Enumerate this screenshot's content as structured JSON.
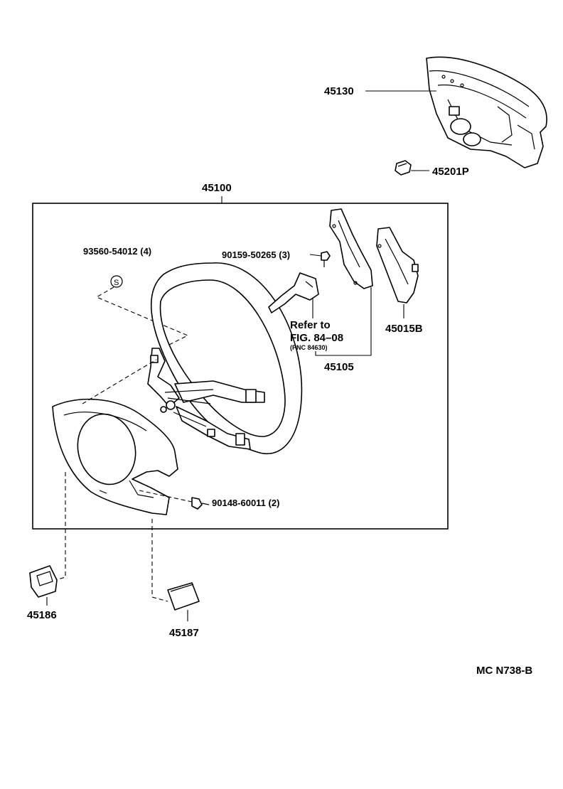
{
  "diagram": {
    "labels": {
      "p45130": "45130",
      "p45201p": "45201P",
      "p45100": "45100",
      "p93560": "93560-54012 (4)",
      "p90159": "90159-50265 (3)",
      "refer_line1": "Refer to",
      "refer_line2": "FIG. 84–08",
      "refer_line3": "(PNC 84630)",
      "p45105": "45105",
      "p45015b": "45015B",
      "p90148": "90148-60011 (2)",
      "p45186": "45186",
      "p45187": "45187",
      "code": "MC  N738-B",
      "s_mark": "S"
    }
  }
}
